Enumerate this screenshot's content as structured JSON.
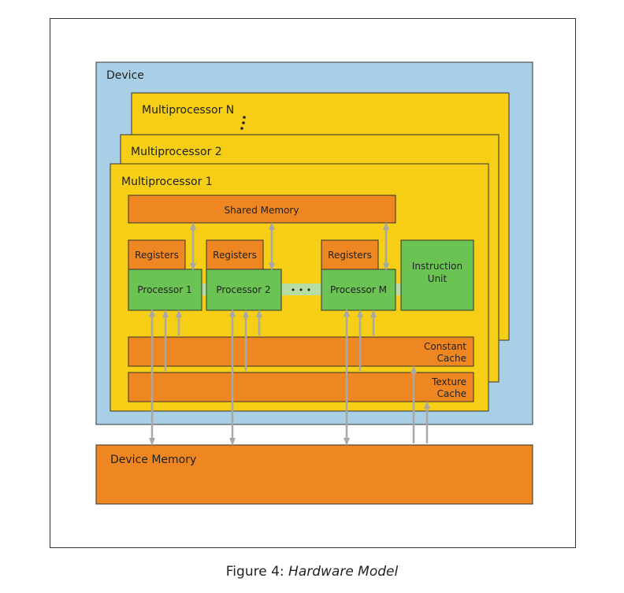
{
  "diagram": {
    "device_label": "Device",
    "multiprocessor_n_label": "Multiprocessor N",
    "multiprocessor_2_label": "Multiprocessor 2",
    "multiprocessor_1_label": "Multiprocessor 1",
    "shared_memory_label": "Shared Memory",
    "registers_label": "Registers",
    "processor_1_label": "Processor 1",
    "processor_2_label": "Processor 2",
    "processor_m_label": "Processor M",
    "ellipsis": "• • •",
    "instruction_unit_lines": [
      "Instruction",
      "Unit"
    ],
    "constant_cache_lines": [
      "Constant",
      "Cache"
    ],
    "texture_cache_lines": [
      "Texture",
      "Cache"
    ],
    "device_memory_label": "Device Memory"
  },
  "caption": {
    "prefix": "Figure 4: ",
    "title": "Hardware Model"
  },
  "colors": {
    "device_fill": "#A9CFE6",
    "multiprocessor_fill": "#F6CE15",
    "memory_orange": "#EE8622",
    "processor_green": "#6BC354",
    "connector_green": "#B6DDA2",
    "arrow_gray": "#A8A8A8"
  }
}
